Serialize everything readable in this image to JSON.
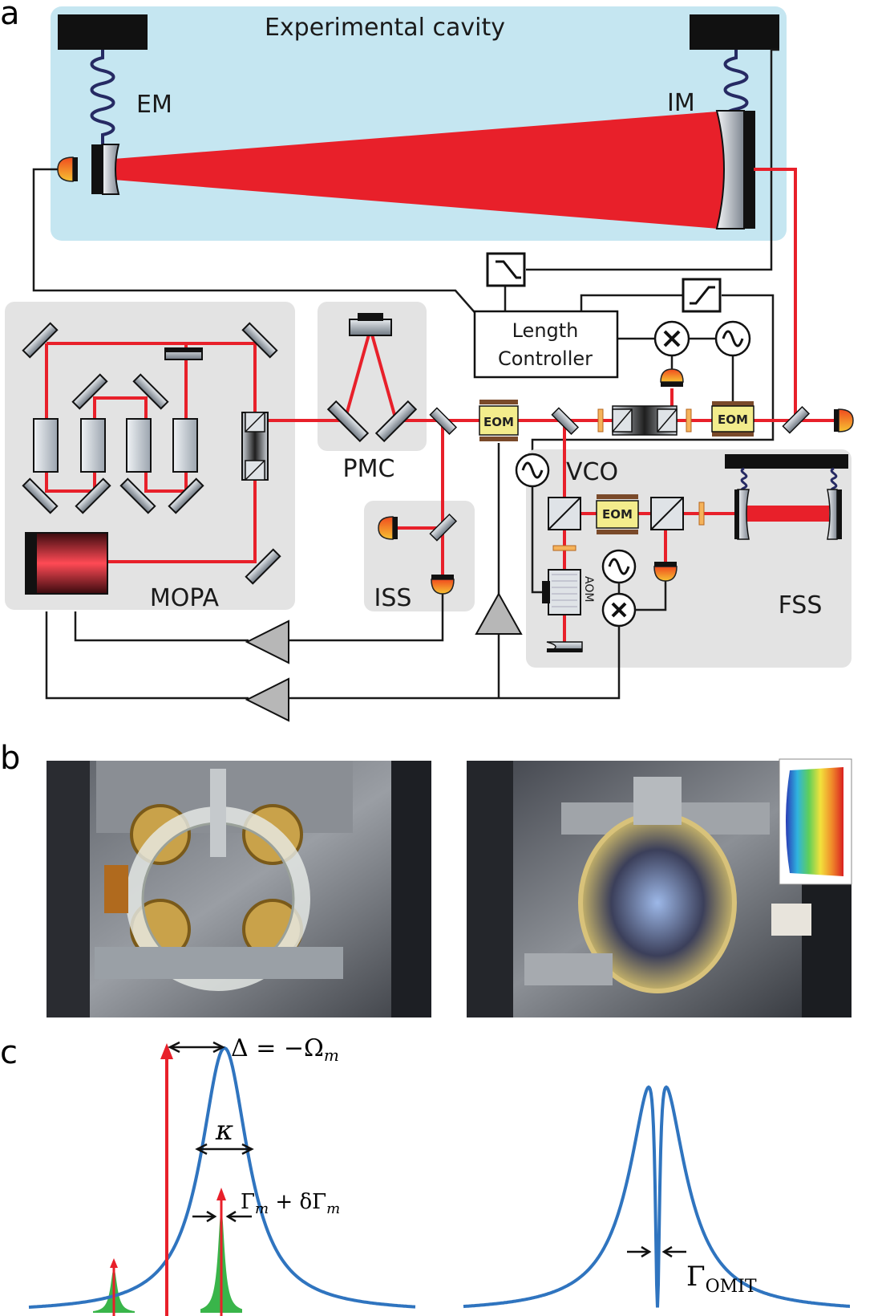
{
  "panels": {
    "a": "a",
    "b": "b",
    "c": "c"
  },
  "labels": {
    "cavity": "Experimental cavity",
    "em": "EM",
    "im": "IM",
    "length_controller_1": "Length",
    "length_controller_2": "Controller",
    "pmc": "PMC",
    "mopa": "MOPA",
    "iss": "ISS",
    "vco": "VCO",
    "fss": "FSS",
    "eom": "EOM",
    "aom": "AOM"
  },
  "spectrum": {
    "delta_label": "Δ = −Ω",
    "delta_sub": "m",
    "kappa": "κ",
    "gamma_label": "Γ",
    "gamma_sub1": "m",
    "gamma_mid": " + δΓ",
    "gamma_sub2": "m",
    "omit_label": "Γ",
    "omit_sub": "OMIT"
  },
  "colors": {
    "laser": "#e8202a",
    "cavity_bg": "#c5e6f1",
    "box_bg": "#e3e3e3",
    "curve": "#2f74bf",
    "sideband": "#39b54a",
    "eom": "#f3ec8c"
  }
}
